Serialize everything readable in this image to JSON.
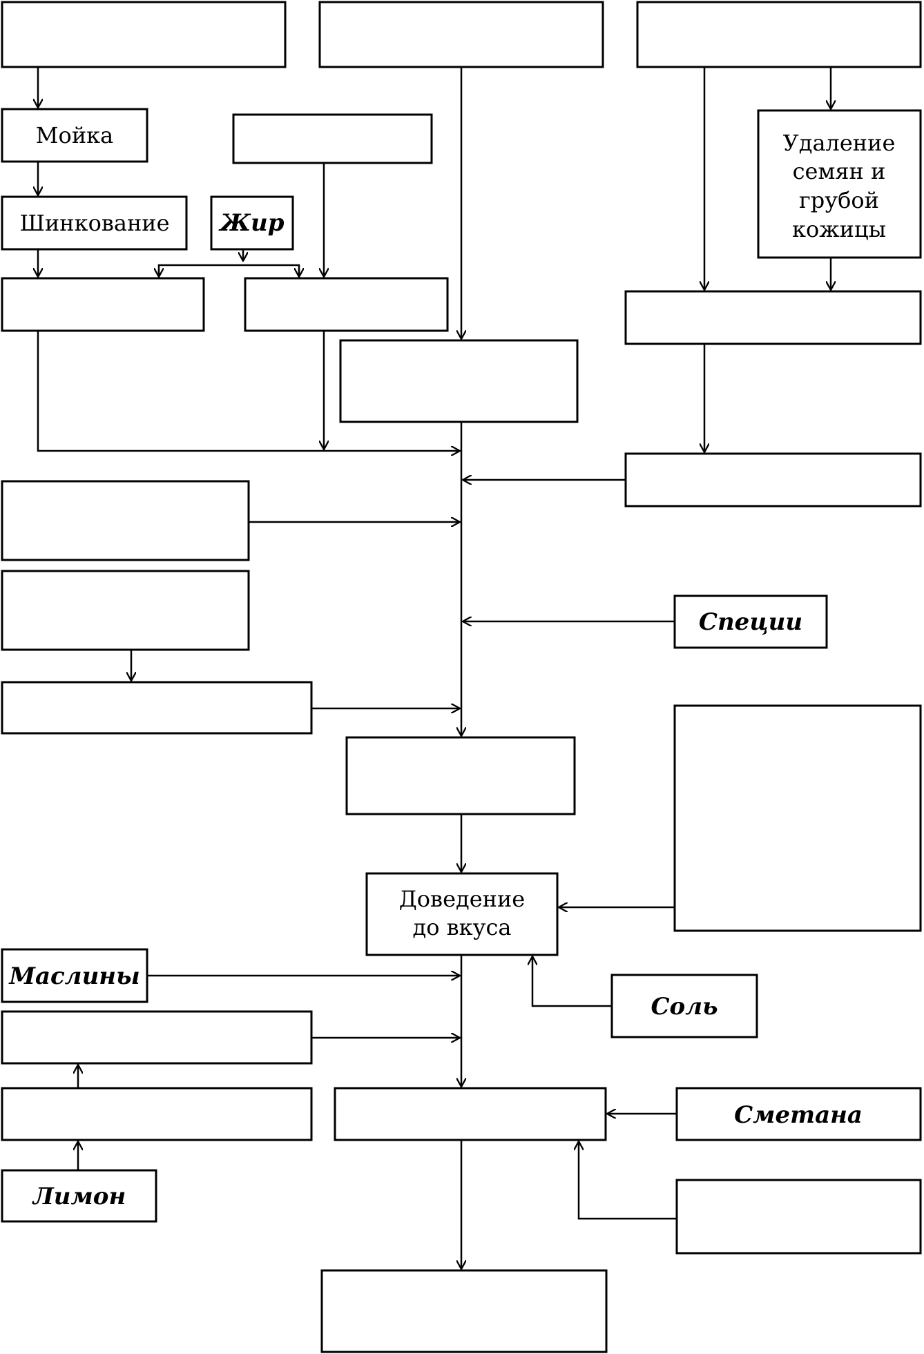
{
  "labels": {
    "moika": "Мойка",
    "shinkovanie": "Шинкование",
    "zhir": "Жир",
    "udalenie_1": "Удаление",
    "udalenie_2": "семян и",
    "udalenie_3": "грубой",
    "udalenie_4": "кожицы",
    "spetsii": "Специи",
    "dovedenie_1": "Доведение",
    "dovedenie_2": "до вкуса",
    "masliny": "Маслины",
    "sol": "Соль",
    "smetana": "Сметана",
    "limon": "Лимон"
  }
}
